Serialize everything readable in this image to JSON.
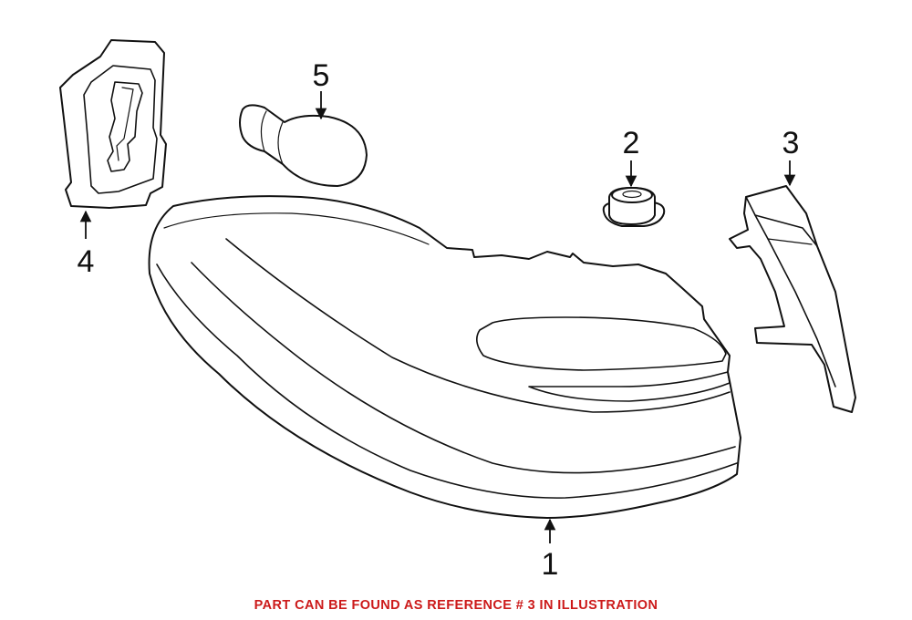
{
  "callouts": {
    "part_1": "1",
    "part_2": "2",
    "part_3": "3",
    "part_4": "4",
    "part_5": "5"
  },
  "footer": {
    "note": "PART CAN BE FOUND AS REFERENCE # 3 IN ILLUSTRATION",
    "color": "#cc1a1a"
  },
  "colors": {
    "line": "#111111",
    "background": "#ffffff"
  }
}
